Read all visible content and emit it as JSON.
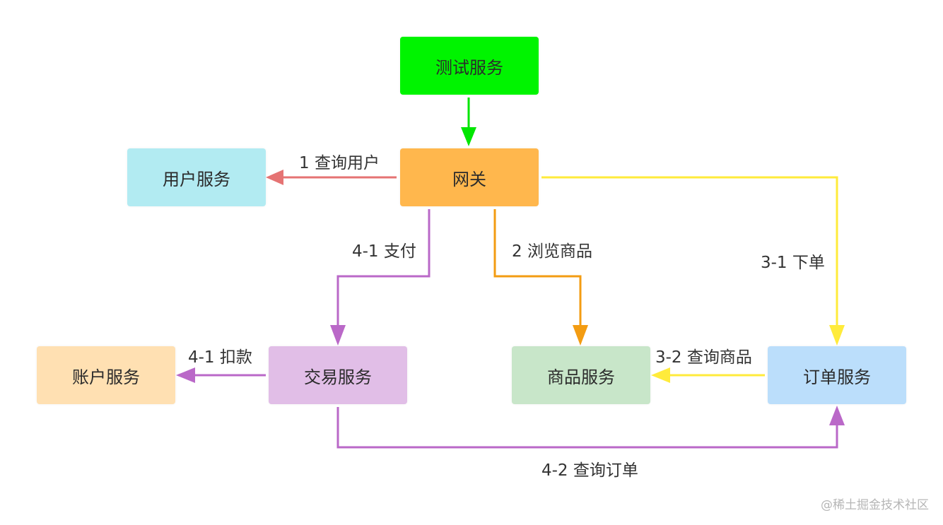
{
  "nodes": {
    "test_service": {
      "label": "测试服务",
      "color": "#00f400"
    },
    "gateway": {
      "label": "网关",
      "color": "#ffb74d"
    },
    "user_service": {
      "label": "用户服务",
      "color": "#b2ebf2"
    },
    "account_service": {
      "label": "账户服务",
      "color": "#ffe0b2"
    },
    "transaction_service": {
      "label": "交易服务",
      "color": "#e1bee7"
    },
    "product_service": {
      "label": "商品服务",
      "color": "#c8e6c9"
    },
    "order_service": {
      "label": "订单服务",
      "color": "#bbdefb"
    }
  },
  "edges": {
    "test_to_gateway": {
      "label": "",
      "color": "#00e600"
    },
    "query_user": {
      "label": "1 查询用户",
      "color": "#e57373"
    },
    "browse_products": {
      "label": "2 浏览商品",
      "color": "#f39c12"
    },
    "place_order": {
      "label": "3-1 下单",
      "color": "#ffeb3b"
    },
    "query_products": {
      "label": "3-2 查询商品",
      "color": "#ffeb3b"
    },
    "pay": {
      "label": "4-1 支付",
      "color": "#ba68c8"
    },
    "deduct": {
      "label": "4-1 扣款",
      "color": "#ba68c8"
    },
    "query_order": {
      "label": "4-2 查询订单",
      "color": "#ba68c8"
    }
  },
  "watermark": "@稀土掘金技术社区"
}
